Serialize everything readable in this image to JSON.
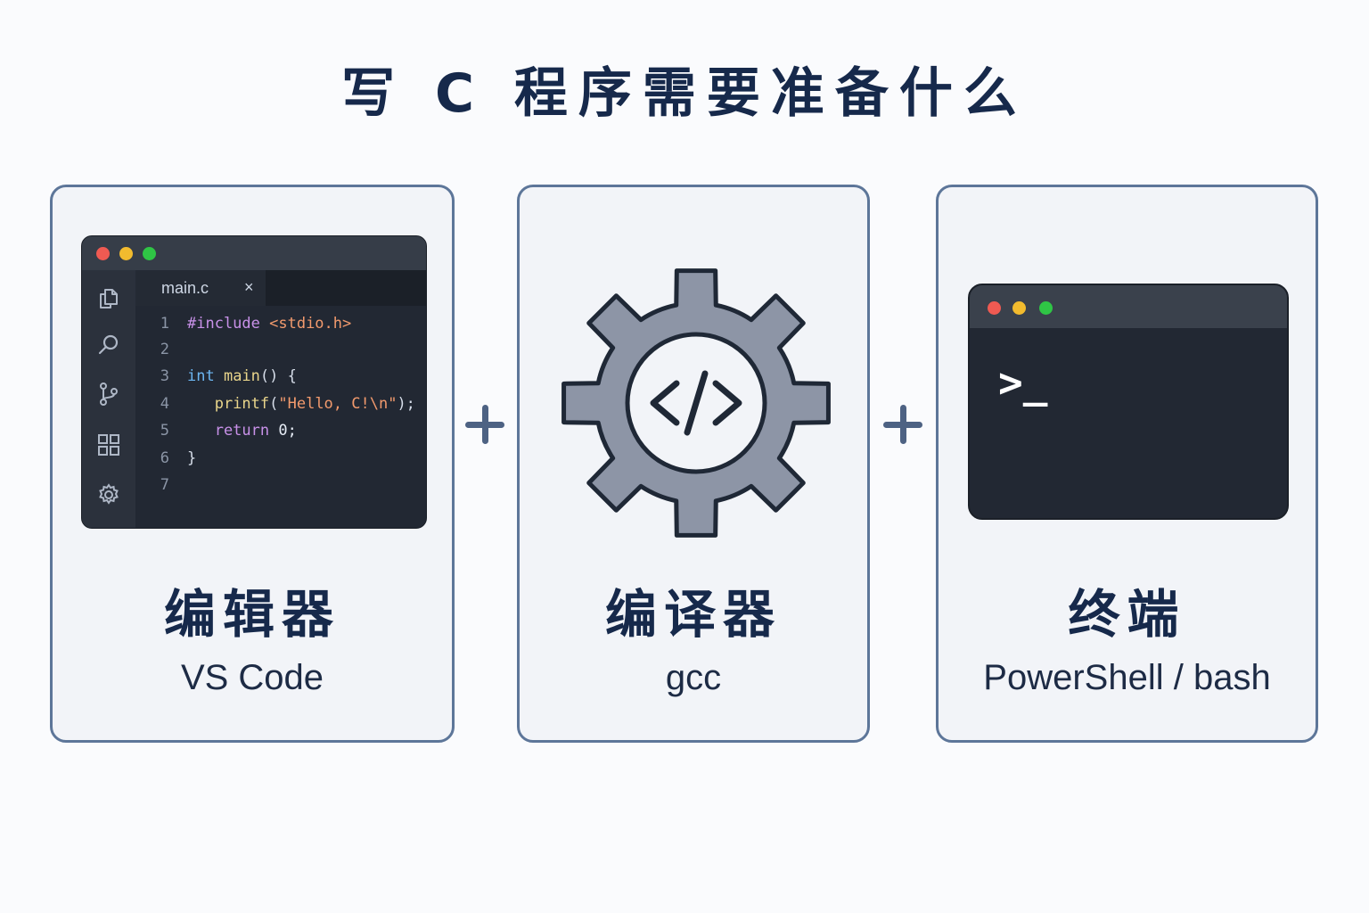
{
  "title": "写 C 程序需要准备什么",
  "cards": [
    {
      "title": "编辑器",
      "subtitle": "VS Code",
      "editor": {
        "tab_label": "main.c",
        "tab_close": "×",
        "lines": [
          {
            "n": "1",
            "tokens": [
              {
                "t": "#include ",
                "c": "kw"
              },
              {
                "t": "<stdio.h>",
                "c": "str"
              }
            ]
          },
          {
            "n": "2",
            "tokens": []
          },
          {
            "n": "3",
            "tokens": [
              {
                "t": "int ",
                "c": "type"
              },
              {
                "t": "main",
                "c": "fn"
              },
              {
                "t": "() {",
                "c": "plain"
              }
            ]
          },
          {
            "n": "4",
            "tokens": [
              {
                "t": "   printf",
                "c": "fn"
              },
              {
                "t": "(",
                "c": "plain"
              },
              {
                "t": "\"Hello, C!\\n\"",
                "c": "str"
              },
              {
                "t": ");",
                "c": "plain"
              }
            ]
          },
          {
            "n": "5",
            "tokens": [
              {
                "t": "   return ",
                "c": "kw"
              },
              {
                "t": "0;",
                "c": "num"
              }
            ]
          },
          {
            "n": "6",
            "tokens": [
              {
                "t": "}",
                "c": "plain"
              }
            ]
          },
          {
            "n": "7",
            "tokens": []
          }
        ],
        "sidebar_icons": [
          "files-icon",
          "search-icon",
          "source-control-icon",
          "extensions-icon",
          "settings-gear-icon"
        ]
      }
    },
    {
      "title": "编译器",
      "subtitle": "gcc",
      "icon": "gear-code-icon",
      "icon_glyph": "</>"
    },
    {
      "title": "终端",
      "subtitle": "PowerShell / bash",
      "prompt": ">_"
    }
  ],
  "separator": "+",
  "colors": {
    "title": "#16294b",
    "card_border": "#5d7699",
    "card_bg": "#f2f4f8",
    "gear": "#8d95a6",
    "window_bg": "#222833"
  }
}
